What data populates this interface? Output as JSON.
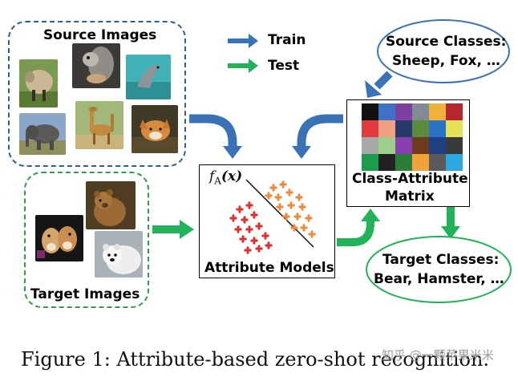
{
  "source_images": {
    "label": "Source Images"
  },
  "target_images": {
    "label": "Target Images"
  },
  "legend": {
    "train_label": "Train",
    "test_label": "Test",
    "train_color": "#3a73b5",
    "test_color": "#22b35a"
  },
  "source_classes": {
    "line1": "Source Classes:",
    "line2": "Sheep, Fox, …"
  },
  "target_classes": {
    "line1": "Target Classes:",
    "line2": "Bear, Hamster, …"
  },
  "attribute_models": {
    "label": "Attribute Models",
    "formula_f": "f",
    "formula_sub": "A",
    "formula_arg": "(x)"
  },
  "class_attribute_matrix": {
    "line1": "Class-Attribute",
    "line2": "Matrix",
    "cells": [
      [
        "#111111",
        "#3f72c6",
        "#7d3fa0",
        "#808b96",
        "#f0b13a",
        "#b5262e"
      ],
      [
        "#e23c3c",
        "#f1a182",
        "#283a6a",
        "#5c8a3c",
        "#2a73c8",
        "#e6e25a"
      ],
      [
        "#a8a8a8",
        "#9cd08a",
        "#8a3fb0",
        "#6b3d1e",
        "#1e3f80",
        "#3a3a3a"
      ],
      [
        "#1a9c4a",
        "#222222",
        "#2a7e3a",
        "#f2a23a",
        "#5a5a5a",
        "#2aa8e0"
      ]
    ]
  },
  "caption": {
    "text": "Figure 1: Attribute-based zero-shot recognition."
  },
  "watermark": {
    "text": "知乎 @一颗苹果米米"
  }
}
